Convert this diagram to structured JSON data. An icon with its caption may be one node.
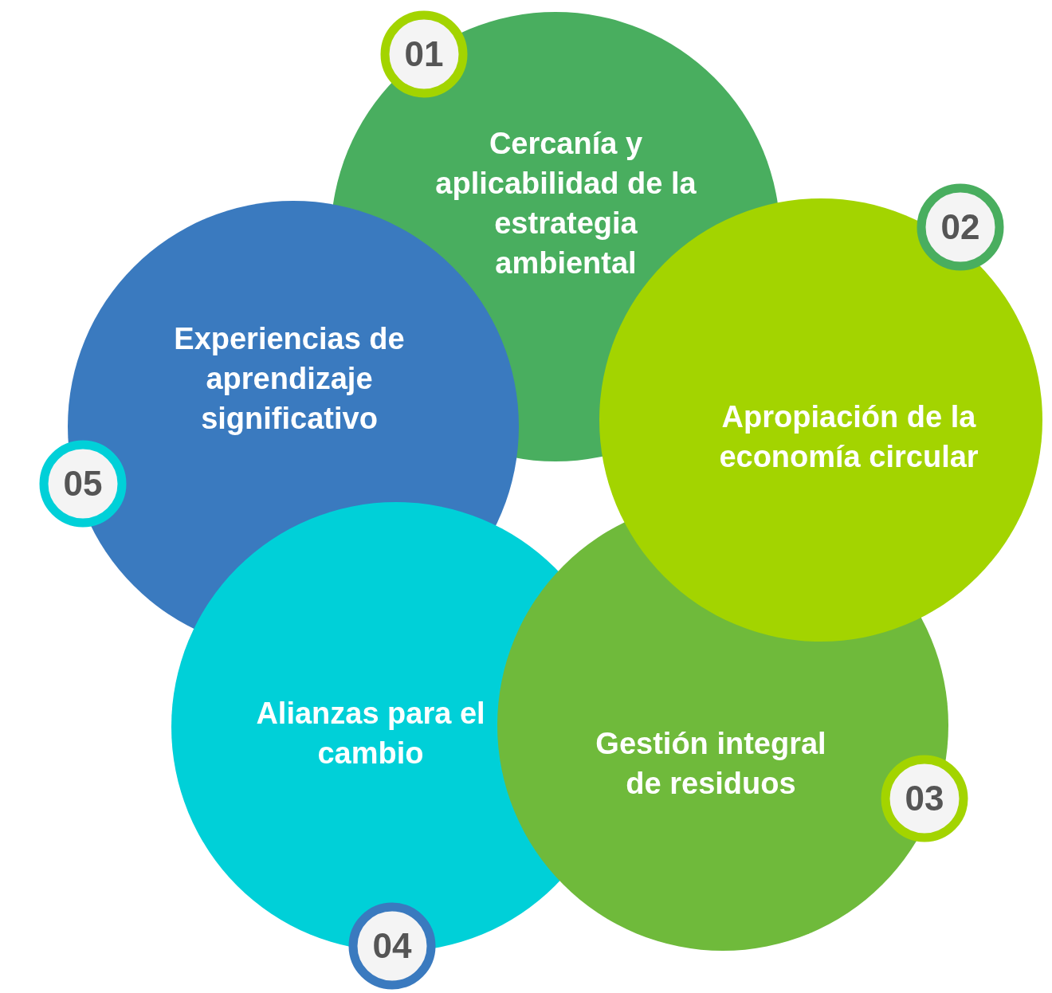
{
  "diagram": {
    "nodes": [
      {
        "text": [
          "Cercanía y aplicabilidad de la estrategia ambiental"
        ]
      },
      {
        "text": [
          "01"
        ]
      },
      {
        "text": [
          "Apropiación de la economía circular"
        ]
      },
      {
        "text": [
          "02"
        ]
      },
      {
        "text": [
          "Gestión integral de residuos"
        ]
      },
      {
        "text": [
          "03"
        ]
      },
      {
        "text": [
          "Alianzas para el cambio"
        ]
      },
      {
        "text": [
          "04"
        ]
      },
      {
        "text": [
          "Experiencias de aprendizaje significativo"
        ]
      },
      {
        "text": [
          "05"
        ]
      }
    ]
  }
}
